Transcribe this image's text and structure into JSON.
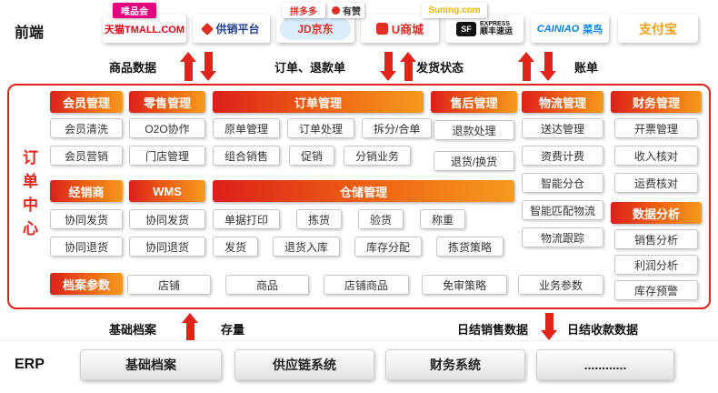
{
  "frontend": {
    "label": "前端",
    "tabs": [
      {
        "id": "weipinhui",
        "text": "唯品会"
      },
      {
        "id": "pinduoduo",
        "text": "拼多多"
      },
      {
        "id": "youzan",
        "text": "有赞"
      },
      {
        "id": "suning",
        "text": "Suning.com"
      }
    ],
    "logos": [
      {
        "id": "tmall",
        "text": "天猫TMALL.COM"
      },
      {
        "id": "gongxiao",
        "text": "供销平台"
      },
      {
        "id": "jd",
        "text": "JD京东"
      },
      {
        "id": "umall",
        "text": "U商城"
      },
      {
        "id": "sf",
        "icon_text": "SF",
        "text": "EXPRESS",
        "text2": "顺丰速运"
      },
      {
        "id": "cainiao",
        "text": "CAINIAO",
        "text2": "菜鸟"
      },
      {
        "id": "alipay",
        "text": "支付宝"
      }
    ]
  },
  "flows_top": {
    "product_data": "商品数据",
    "order_refund": "订单、退款单",
    "ship_status": "发货状态",
    "bill": "账单"
  },
  "order_center": {
    "label": "订单中心",
    "modules": {
      "member": {
        "title": "会员管理",
        "items": [
          "会员清洗",
          "会员营销"
        ]
      },
      "retail": {
        "title": "零售管理",
        "items": [
          "O2O协作",
          "门店管理"
        ]
      },
      "order": {
        "title": "订单管理",
        "rows": [
          [
            "原单管理",
            "订单处理",
            "拆分/合单"
          ],
          [
            "组合销售",
            "促销",
            "分销业务"
          ]
        ]
      },
      "aftersale": {
        "title": "售后管理",
        "items": [
          "退款处理",
          "退货/换货"
        ]
      },
      "logistics": {
        "title": "物流管理",
        "items": [
          "送达管理",
          "资费计费",
          "智能分仓",
          "智能匹配物流",
          "物流跟踪"
        ]
      },
      "finance": {
        "title": "财务管理",
        "items": [
          "开票管理",
          "收入核对",
          "运费核对"
        ]
      },
      "distributor": {
        "title": "经销商",
        "items": [
          "协同发货",
          "协同退货"
        ]
      },
      "wms": {
        "title": "WMS",
        "items": [
          "协同发货",
          "协同退货"
        ]
      },
      "warehouse": {
        "title": "仓储管理",
        "rows": [
          [
            "单据打印",
            "拣货",
            "验货",
            "称重"
          ],
          [
            "发货",
            "退货入库",
            "库存分配",
            "拣货策略"
          ]
        ]
      },
      "analytics": {
        "title": "数据分析",
        "items": [
          "销售分析",
          "利润分析",
          "库存预警"
        ]
      },
      "archive": {
        "title": "档案参数",
        "items": [
          "店铺",
          "商品",
          "店铺商品",
          "免审策略",
          "业务参数"
        ]
      }
    }
  },
  "flows_bottom": {
    "base_archive": "基础档案",
    "stock": "存量",
    "daily_sales": "日结销售数据",
    "daily_receipts": "日结收款数据"
  },
  "erp": {
    "label": "ERP",
    "systems": [
      "基础档案",
      "供应链系统",
      "财务系统",
      "............"
    ]
  },
  "colors": {
    "accent_red": "#e2231a",
    "header_gradient_start": "#dd1f1b",
    "header_gradient_end": "#f59a1d",
    "weipinhui_pink": "#e4007f",
    "jd_red": "#e02e24",
    "cainiao_blue": "#0b82f0",
    "alipay_gold": "#f5a01d"
  }
}
